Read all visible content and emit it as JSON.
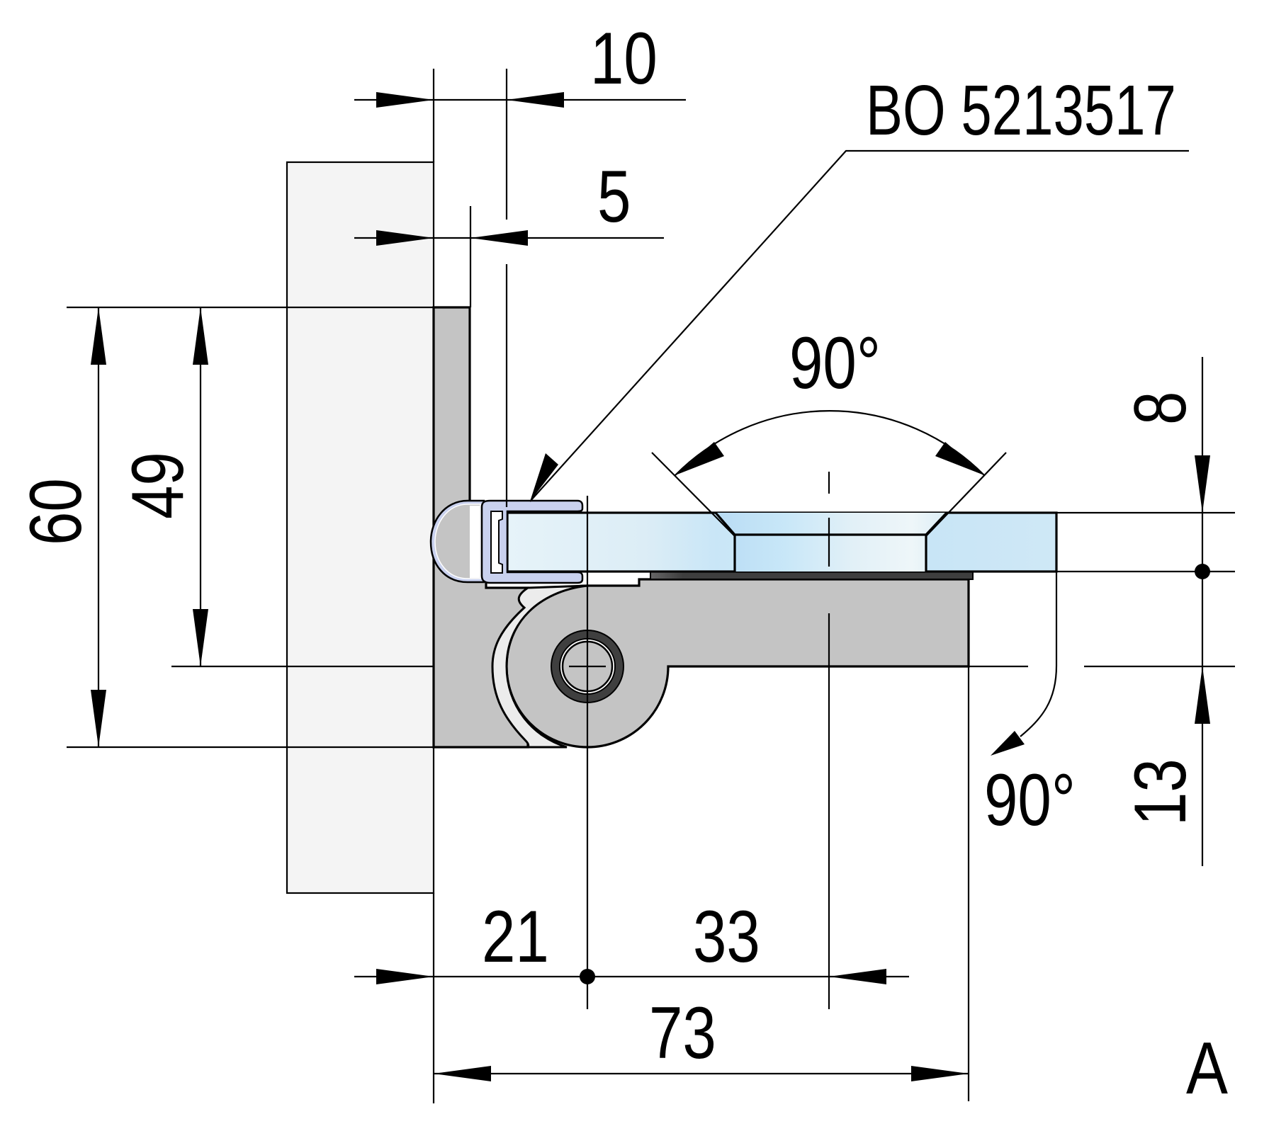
{
  "drawing": {
    "title": "Glass shower door hinge – technical dimension drawing",
    "part_label": "BO 5213517",
    "view_label": "A",
    "colors": {
      "wall": "#f4f4f4",
      "hinge_body": "#c4c4c4",
      "hinge_gap": "#ececec",
      "pin_ring": "#3f3f3f",
      "gasket": "#444444",
      "glass": "#cde9f7",
      "glass_light": "#e7f4fa",
      "seal": "#c9d1ee",
      "line": "#000000"
    },
    "dimensions": {
      "top_offset_outer": {
        "value": "10",
        "unit": "mm"
      },
      "top_offset_inner": {
        "value": "5",
        "unit": "mm"
      },
      "overall_height": {
        "value": "60",
        "unit": "mm"
      },
      "body_height": {
        "value": "49",
        "unit": "mm"
      },
      "pin_from_wall": {
        "value": "21",
        "unit": "mm"
      },
      "pin_to_hole_center": {
        "value": "33",
        "unit": "mm"
      },
      "overall_length": {
        "value": "73",
        "unit": "mm"
      },
      "glass_thickness": {
        "value": "8",
        "unit": "mm"
      },
      "glass_to_pin": {
        "value": "13",
        "unit": "mm"
      },
      "countersink_angle": {
        "value": "90°"
      },
      "opening_angle": {
        "value": "90°"
      }
    }
  }
}
